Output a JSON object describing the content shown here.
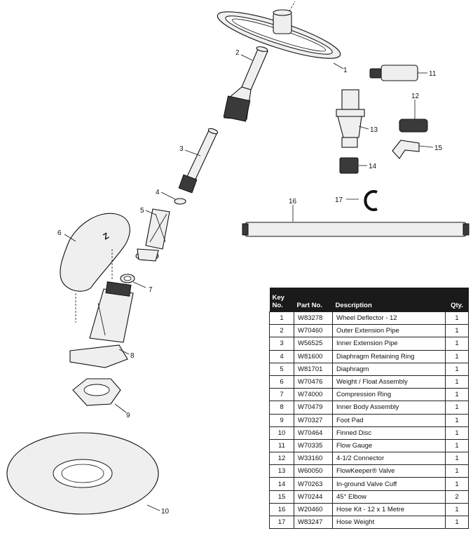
{
  "callouts": [
    "1",
    "2",
    "3",
    "4",
    "5",
    "6",
    "7",
    "8",
    "9",
    "10",
    "11",
    "12",
    "13",
    "14",
    "15",
    "16",
    "17"
  ],
  "table": {
    "headers": {
      "key_line1": "Key",
      "key_line2": "No.",
      "part": "Part No.",
      "description": "Description",
      "qty": "Qty."
    },
    "rows": [
      {
        "key": "1",
        "part": "W83278",
        "description": "Wheel Deflector - 12",
        "qty": "1"
      },
      {
        "key": "2",
        "part": "W70460",
        "description": "Outer Extension Pipe",
        "qty": "1"
      },
      {
        "key": "3",
        "part": "W56525",
        "description": "Inner Extension Pipe",
        "qty": "1"
      },
      {
        "key": "4",
        "part": "W81600",
        "description": "Diaphragm Retaining Ring",
        "qty": "1"
      },
      {
        "key": "5",
        "part": "W81701",
        "description": "Diaphragm",
        "qty": "1"
      },
      {
        "key": "6",
        "part": "W70476",
        "description": "Weight / Float Assembly",
        "qty": "1"
      },
      {
        "key": "7",
        "part": "W74000",
        "description": "Compression Ring",
        "qty": "1"
      },
      {
        "key": "8",
        "part": "W70479",
        "description": "Inner Body Assembly",
        "qty": "1"
      },
      {
        "key": "9",
        "part": "W70327",
        "description": "Foot Pad",
        "qty": "1"
      },
      {
        "key": "10",
        "part": "W70464",
        "description": "Finned Disc",
        "qty": "1"
      },
      {
        "key": "11",
        "part": "W70335",
        "description": "Flow Gauge",
        "qty": "1"
      },
      {
        "key": "12",
        "part": "W33160",
        "description": "4-1/2 Connector",
        "qty": "1"
      },
      {
        "key": "13",
        "part": "W60050",
        "description": "FlowKeeper® Valve",
        "qty": "1"
      },
      {
        "key": "14",
        "part": "W70263",
        "description": "In-ground Valve Cuff",
        "qty": "1"
      },
      {
        "key": "15",
        "part": "W70244",
        "description": "45° Elbow",
        "qty": "2"
      },
      {
        "key": "16",
        "part": "W20460",
        "description": "Hose Kit - 12 x 1 Metre",
        "qty": "1"
      },
      {
        "key": "17",
        "part": "W83247",
        "description": "Hose Weight",
        "qty": "1"
      }
    ]
  }
}
